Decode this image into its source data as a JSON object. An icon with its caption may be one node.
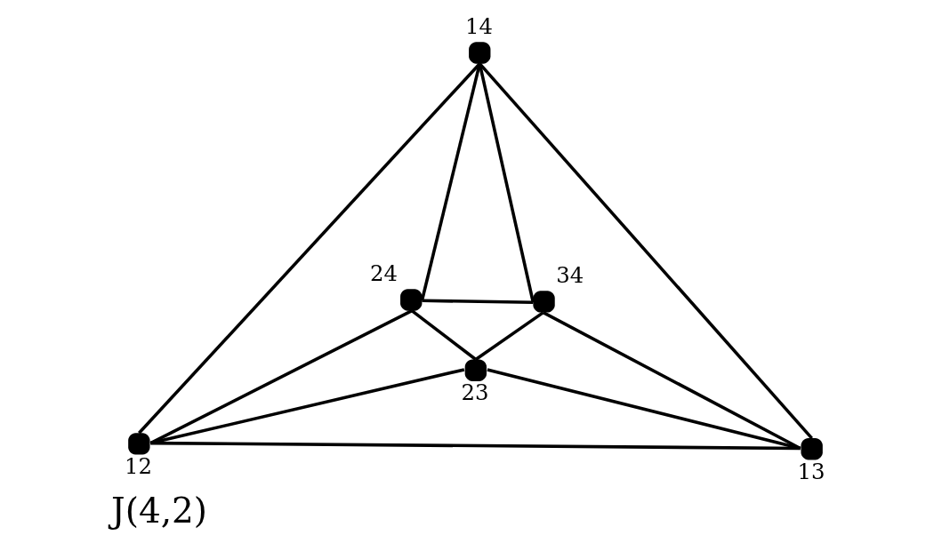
{
  "diagram": {
    "title": "J(4,2)",
    "nodes": [
      {
        "text": [],
        "shape": "circle",
        "beside": [
          "14"
        ]
      },
      {
        "text": [],
        "shape": "circle",
        "beside": [
          "24"
        ]
      },
      {
        "text": [],
        "shape": "circle",
        "beside": [
          "34"
        ]
      },
      {
        "text": [],
        "shape": "circle",
        "beside": [
          "23"
        ]
      },
      {
        "text": [],
        "shape": "circle",
        "beside": [
          "12"
        ]
      },
      {
        "text": [],
        "shape": "circle",
        "beside": [
          "13"
        ]
      }
    ],
    "edges": [
      {
        "from": 4,
        "to": 5,
        "arrow": "none"
      },
      {
        "from": 0,
        "to": 4,
        "arrow": "none"
      },
      {
        "from": 0,
        "to": 5,
        "arrow": "none"
      },
      {
        "from": 0,
        "to": 1,
        "arrow": "none"
      },
      {
        "from": 0,
        "to": 2,
        "arrow": "none"
      },
      {
        "from": 1,
        "to": 2,
        "arrow": "none"
      },
      {
        "from": 1,
        "to": 3,
        "arrow": "none"
      },
      {
        "from": 2,
        "to": 3,
        "arrow": "none"
      },
      {
        "from": 1,
        "to": 4,
        "arrow": "none"
      },
      {
        "from": 2,
        "to": 5,
        "arrow": "none"
      },
      {
        "from": 3,
        "to": 4,
        "arrow": "none"
      },
      {
        "from": 3,
        "to": 5,
        "arrow": "none"
      }
    ]
  }
}
